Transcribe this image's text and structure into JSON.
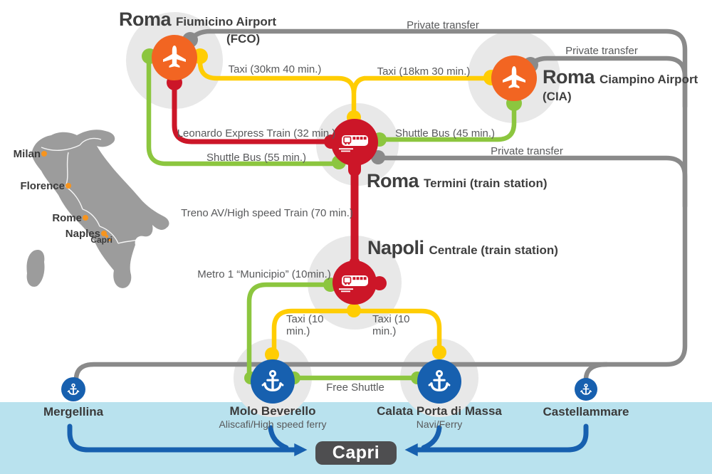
{
  "airports": {
    "fco": {
      "city": "Roma",
      "name": "Fiumicino Airport",
      "code": "(FCO)"
    },
    "cia": {
      "city": "Roma",
      "name": "Ciampino Airport",
      "code": "(CIA)"
    }
  },
  "stations": {
    "termini": {
      "city": "Roma",
      "name": "Termini (train station)"
    },
    "napoli": {
      "city": "Napoli",
      "name": "Centrale (train station)"
    }
  },
  "routes": {
    "pt_fco": "Private transfer",
    "pt_cia": "Private transfer",
    "pt_termini": "Private transfer",
    "taxi_fco": "Taxi (30km 40 min.)",
    "taxi_cia": "Taxi (18km 30 min.)",
    "leonardo": "Leonardo Express Train (32 min.)",
    "shuttle45": "Shuttle Bus (45 min.)",
    "shuttle55": "Shuttle Bus (55 min.)",
    "treno": "Treno AV/High speed Train (70 min.)",
    "metro": "Metro 1 “Municipio” (10min.)",
    "taxi10_left_line1": "Taxi (10",
    "taxi10_left_line2": "min.)",
    "taxi10_right_line1": "Taxi (10",
    "taxi10_right_line2": "min.)",
    "free_shuttle": "Free Shuttle"
  },
  "ports": {
    "mergellina": {
      "name": "Mergellina"
    },
    "molo_beverello": {
      "name": "Molo Beverello",
      "subtitle": "Aliscafi/High speed ferry"
    },
    "calata_porta_di_massa": {
      "name": "Calata Porta di Massa",
      "subtitle": "Navi/Ferry"
    },
    "castellammare": {
      "name": "Castellammare"
    }
  },
  "destination": {
    "label": "Capri"
  },
  "map": {
    "cities": [
      {
        "name": "Milan"
      },
      {
        "name": "Florence"
      },
      {
        "name": "Rome"
      },
      {
        "name": "Naples"
      },
      {
        "name": "Capri"
      }
    ]
  },
  "icons": {
    "airport": "airplane-icon",
    "station": "train-icon",
    "port": "anchor-icon"
  },
  "colors": {
    "private_transfer": "#8a8a8a",
    "taxi": "#ffcd03",
    "shuttle": "#8cc63f",
    "train": "#cc1628",
    "airport_node": "#f26522",
    "ferry_blue": "#1760af",
    "sea": "#b9e2ee",
    "halo": "#e8e8e8",
    "map_land": "#9c9c9c",
    "map_dot": "#f7941e",
    "capri_box": "#4e4e50"
  }
}
